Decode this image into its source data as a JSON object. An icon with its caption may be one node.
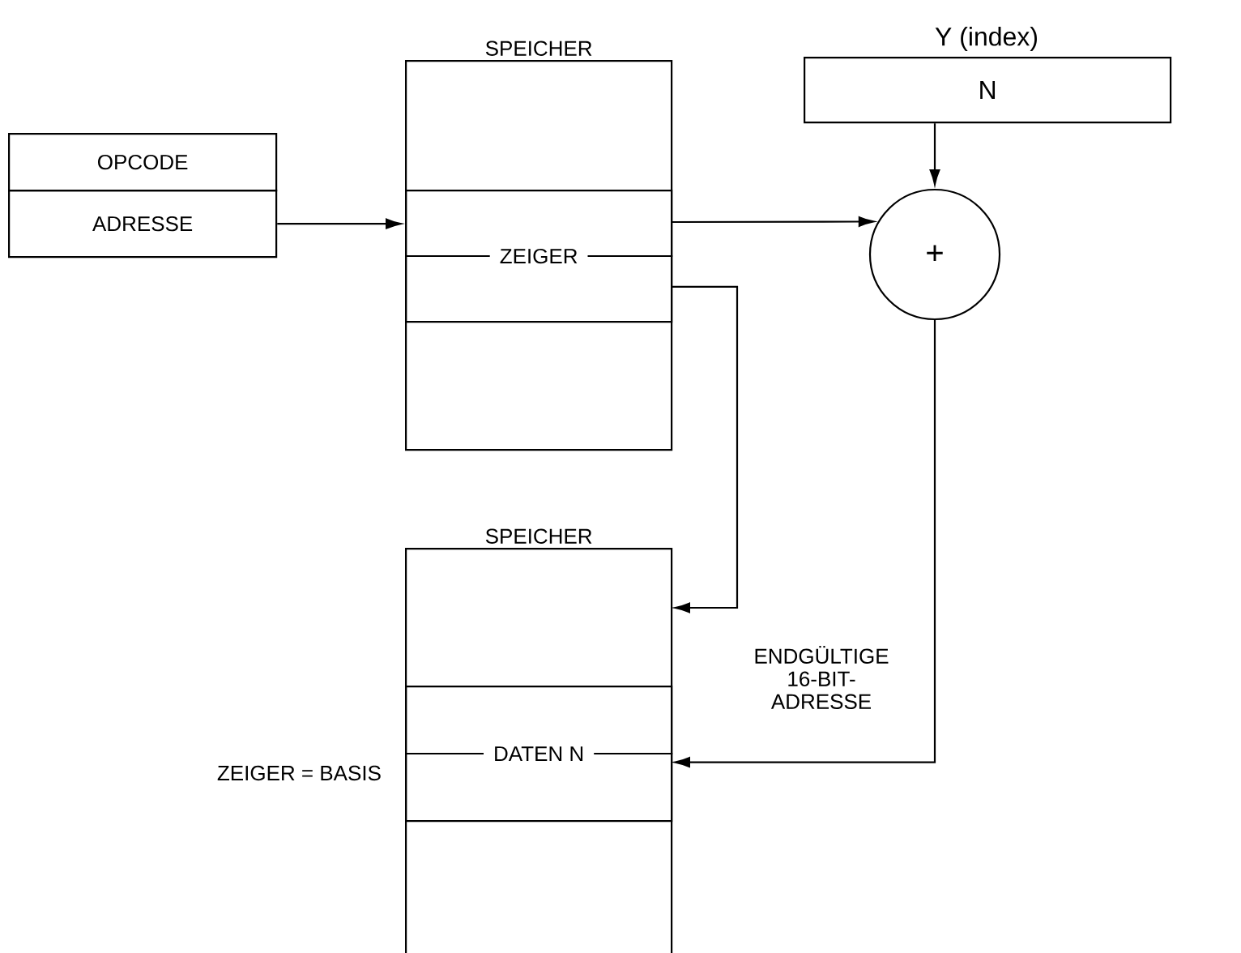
{
  "diagram": {
    "nodes": [
      {
        "text": [
          "OPCODE"
        ]
      },
      {
        "text": [
          "ADRESSE"
        ]
      },
      {
        "text": [
          "SPEICHER"
        ]
      },
      {
        "text": [
          "ZEIGER"
        ],
        "in": 2
      },
      {
        "text": [
          "Y (index)",
          "N"
        ]
      },
      {
        "text": [
          "+"
        ]
      },
      {
        "text": [
          "SPEICHER"
        ]
      },
      {
        "text": [
          "DATEN N"
        ],
        "in": 6
      }
    ],
    "edges": [
      {
        "from": 1,
        "to": 3,
        "arrow": "to"
      },
      {
        "from": 3,
        "to": 5,
        "arrow": "to"
      },
      {
        "from": 3,
        "to": 6,
        "arrow": "to"
      },
      {
        "from": 4,
        "to": 5,
        "arrow": "to"
      },
      {
        "from": 5,
        "to": 7,
        "arrow": "to",
        "label": "ENDGÜLTIGE 16-BIT-ADRESSE"
      }
    ],
    "labels": [
      "ZEIGER = BASIS"
    ]
  }
}
